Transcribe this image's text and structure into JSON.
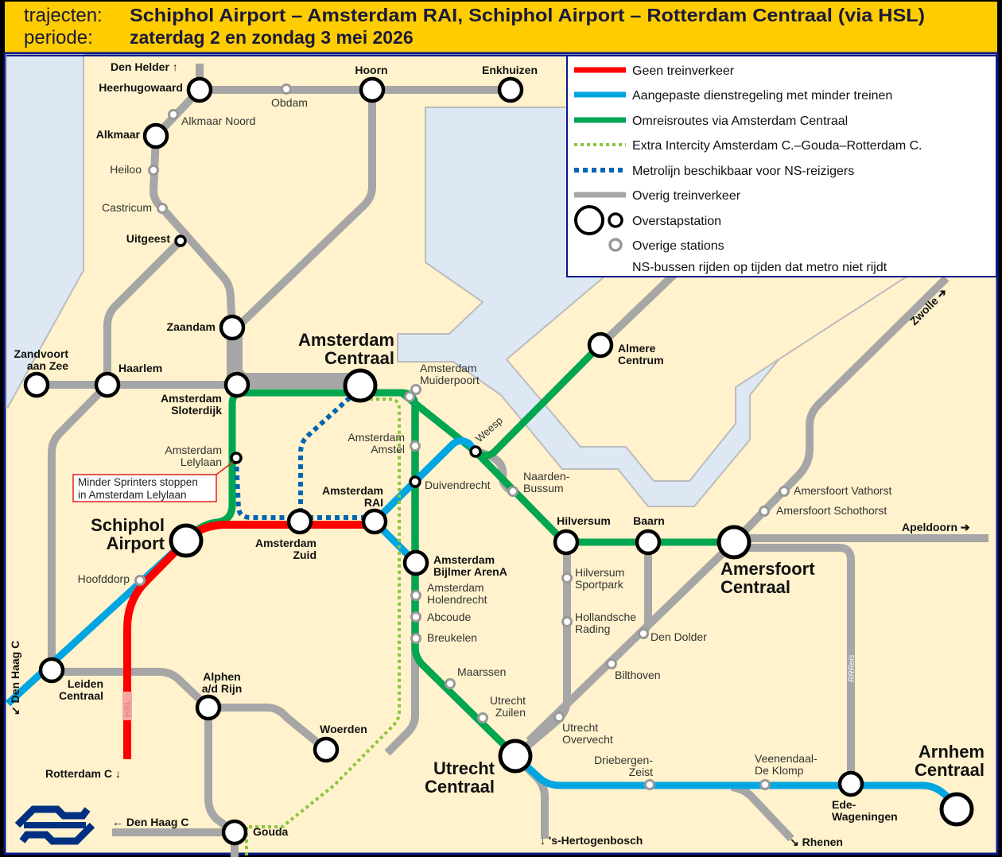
{
  "header": {
    "route_label": "trajecten:",
    "route_value": "Schiphol Airport – Amsterdam RAI, Schiphol Airport – Rotterdam Centraal (via HSL)",
    "period_label": "periode:",
    "period_value": "zaterdag 2 en zondag 3 mei 2026"
  },
  "colors": {
    "header_bg": "#ffcc00",
    "land": "#fff2cc",
    "water": "#dde8f4",
    "no_trains": "#ff0000",
    "reduced": "#00a6e2",
    "detour": "#00a650",
    "extra_ic": "#8cc63f",
    "metro": "#0066b3",
    "other": "#a6a6a6",
    "ns_blue": "#003082"
  },
  "legend": {
    "items": [
      {
        "label": "Geen treinverkeer",
        "style": "red-line"
      },
      {
        "label": "Aangepaste dienstregeling met minder treinen",
        "style": "blue-line"
      },
      {
        "label": "Omreisroutes via Amsterdam Centraal",
        "style": "green-line"
      },
      {
        "label": "Extra Intercity Amsterdam C.–Gouda–Rotterdam C.",
        "style": "green-dotted"
      },
      {
        "label": "Metrolijn beschikbaar voor NS-reizigers",
        "style": "blue-dotted"
      },
      {
        "label": "Overig treinverkeer",
        "style": "gray-line"
      },
      {
        "label": "Overstapstation",
        "style": "transfer-station"
      },
      {
        "label": "Overige stations",
        "style": "other-station"
      }
    ],
    "note": "NS-bussen rijden op tijden dat metro niet rijdt"
  },
  "callout": {
    "lines": [
      "Minder Sprinters stoppen",
      "in Amsterdam Lelylaan"
    ]
  },
  "line_labels": {
    "hsl": "HSL",
    "rrreis": "RRReis"
  },
  "directions": {
    "den_helder": "Den Helder ↑",
    "rotterdam": "Rotterdam C ↓",
    "den_haag_gouda": "← Den Haag C",
    "den_haag_leiden": "↙ Den Haag C",
    "hertogenbosch": "↓ 's-Hertogenbosch",
    "rhenen": "↘ Rhenen",
    "apeldoorn": "Apeldoorn ➔",
    "zwolle": "Zwolle ➔"
  },
  "stations": {
    "heerhugowaard": [
      "Heerhugowaard"
    ],
    "obdam": [
      "Obdam"
    ],
    "hoorn": [
      "Hoorn"
    ],
    "enkhuizen": [
      "Enkhuizen"
    ],
    "alkmaar_noord": [
      "Alkmaar Noord"
    ],
    "alkmaar": [
      "Alkmaar"
    ],
    "heiloo": [
      "Heiloo"
    ],
    "castricum": [
      "Castricum"
    ],
    "uitgeest": [
      "Uitgeest"
    ],
    "zaandam": [
      "Zaandam"
    ],
    "zandvoort": [
      "Zandvoort",
      "aan Zee"
    ],
    "haarlem": [
      "Haarlem"
    ],
    "sloterdijk": [
      "Amsterdam",
      "Sloterdijk"
    ],
    "centraal": [
      "Amsterdam",
      "Centraal"
    ],
    "muiderpoort": [
      "Amsterdam",
      "Muiderpoort"
    ],
    "lelylaan": [
      "Amsterdam",
      "Lelylaan"
    ],
    "amstel": [
      "Amsterdam",
      "Amstel"
    ],
    "duivendrecht": [
      "Duivendrecht"
    ],
    "rai": [
      "Amsterdam",
      "RAI"
    ],
    "zuid": [
      "Amsterdam",
      "Zuid"
    ],
    "schiphol": [
      "Schiphol",
      "Airport"
    ],
    "hoofddorp": [
      "Hoofddorp"
    ],
    "bijlmer": [
      "Amsterdam",
      "Bijlmer ArenA"
    ],
    "holendrecht": [
      "Amsterdam",
      "Holendrecht"
    ],
    "abcoude": [
      "Abcoude"
    ],
    "breukelen": [
      "Breukelen"
    ],
    "maarssen": [
      "Maarssen"
    ],
    "zuilen": [
      "Utrecht",
      "Zuilen"
    ],
    "utrecht": [
      "Utrecht",
      "Centraal"
    ],
    "weesp": [
      "Weesp"
    ],
    "almere": [
      "Almere",
      "Centrum"
    ],
    "naarden": [
      "Naarden-",
      "Bussum"
    ],
    "hilversum": [
      "Hilversum"
    ],
    "baarn": [
      "Baarn"
    ],
    "amersfoort": [
      "Amersfoort",
      "Centraal"
    ],
    "sportpark": [
      "Hilversum",
      "Sportpark"
    ],
    "rading": [
      "Hollandsche",
      "Rading"
    ],
    "den_dolder": [
      "Den Dolder"
    ],
    "bilthoven": [
      "Bilthoven"
    ],
    "overvecht": [
      "Utrecht",
      "Overvecht"
    ],
    "vathorst": [
      "Amersfoort Vathorst"
    ],
    "schothorst": [
      "Amersfoort Schothorst"
    ],
    "driebergen": [
      "Driebergen-",
      "Zeist"
    ],
    "veenendaal": [
      "Veenendaal-",
      "De Klomp"
    ],
    "ede": [
      "Ede-",
      "Wageningen"
    ],
    "arnhem": [
      "Arnhem",
      "Centraal"
    ],
    "leiden": [
      "Leiden",
      "Centraal"
    ],
    "alphen": [
      "Alphen",
      "a/d Rijn"
    ],
    "woerden": [
      "Woerden"
    ],
    "gouda": [
      "Gouda"
    ]
  }
}
